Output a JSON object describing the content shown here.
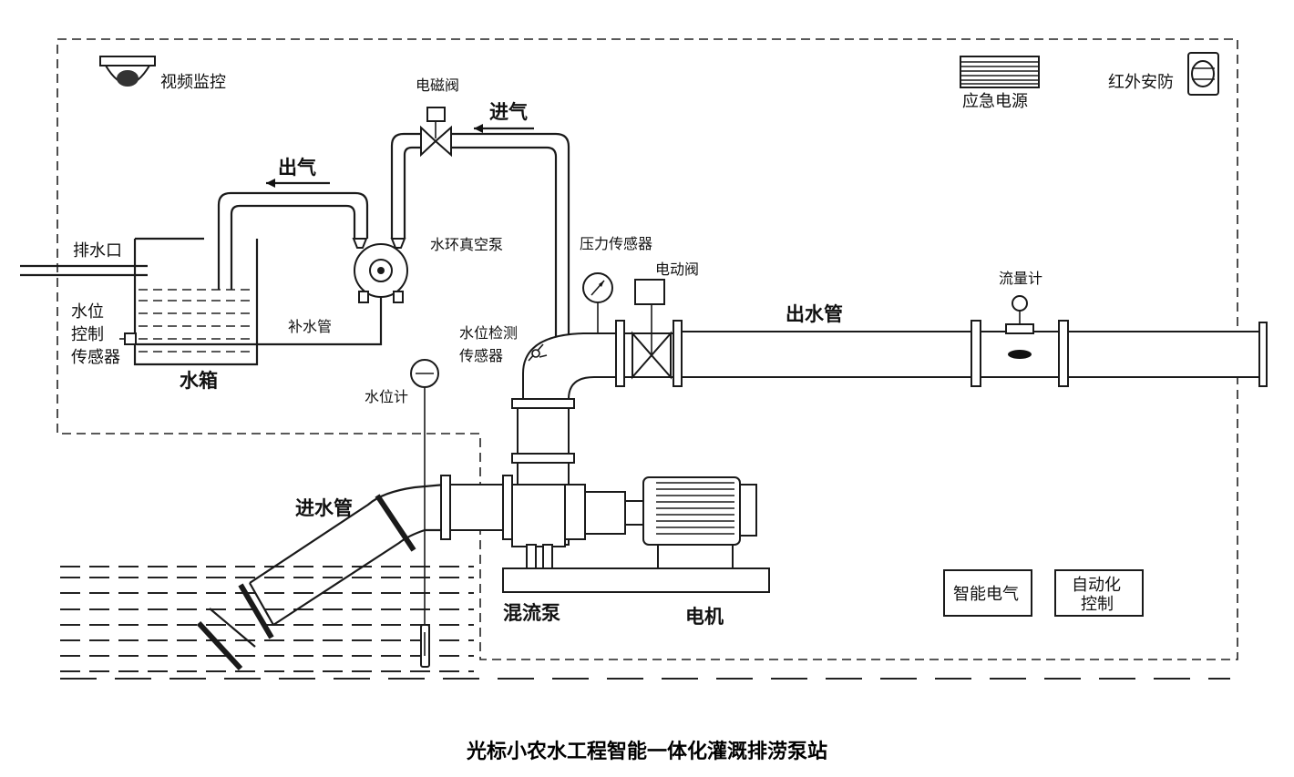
{
  "title": "光标小农水工程智能一体化灌溉排涝泵站",
  "labels": {
    "video_monitor": "视频监控",
    "solenoid_valve": "电磁阀",
    "air_in": "进气",
    "air_out": "出气",
    "emergency_power": "应急电源",
    "infrared_security": "红外安防",
    "drain_outlet": "排水口",
    "water_ring_vacuum_pump": "水环真空泵",
    "water_level_control_sensor": [
      "水位",
      "控制",
      "传感器"
    ],
    "makeup_pipe": "补水管",
    "water_tank": "水箱",
    "pressure_sensor": "压力传感器",
    "electric_valve": "电动阀",
    "flow_meter": "流量计",
    "outlet_pipe": "出水管",
    "water_level_detect_sensor": [
      "水位检测",
      "传感器"
    ],
    "water_level_gauge": "水位计",
    "inlet_pipe": "进水管",
    "mixed_flow_pump": "混流泵",
    "motor": "电机",
    "smart_electrical": "智能电气",
    "automation_control": [
      "自动化",
      "控制"
    ]
  }
}
